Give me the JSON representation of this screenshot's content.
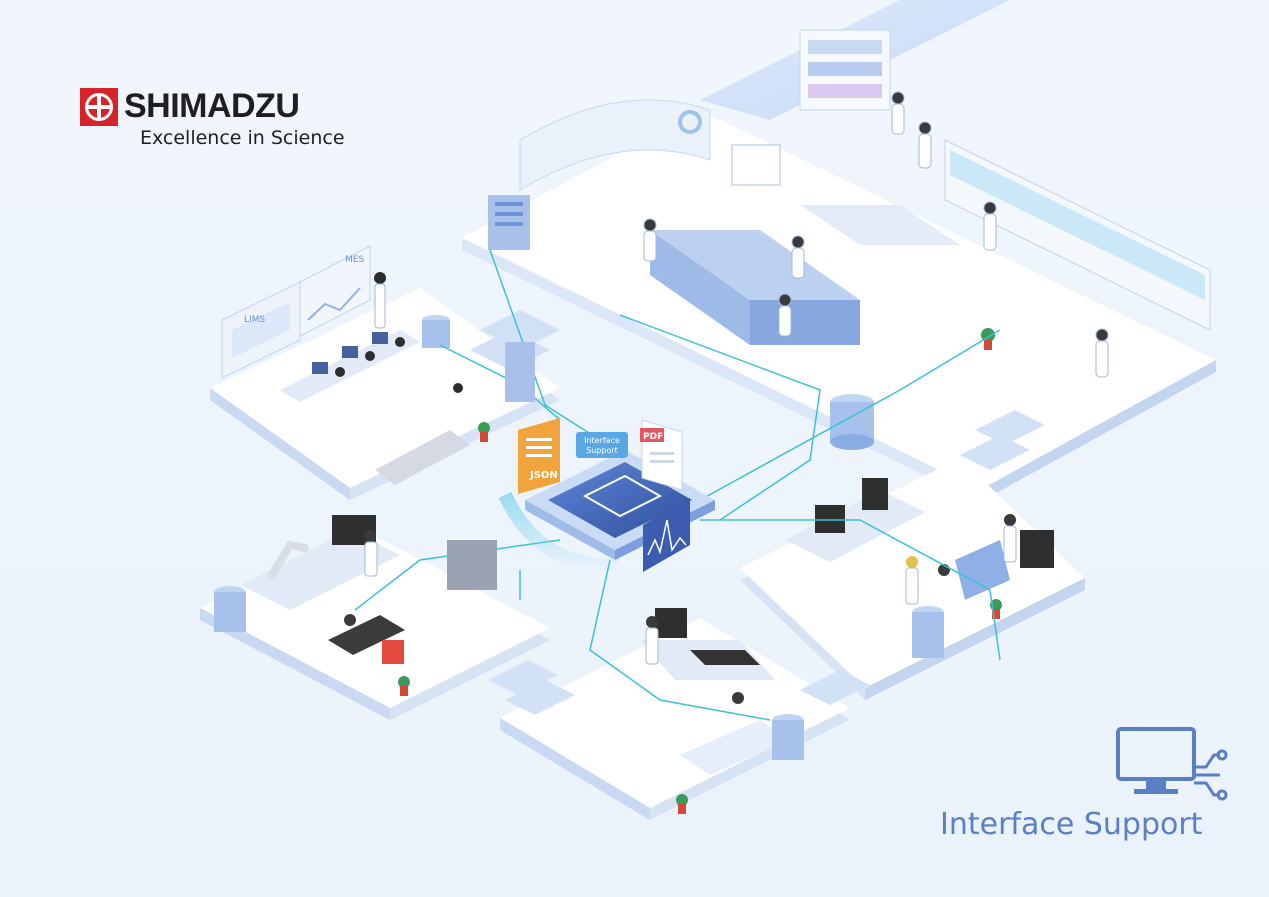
{
  "brand": {
    "name": "SHIMADZU",
    "tagline": "Excellence in Science",
    "colors": {
      "mark": "#d7242b",
      "text": "#1f1f1f"
    }
  },
  "feature": {
    "title": "Interface Support",
    "icon": "monitor-network-icon",
    "color": "#5a7fc4"
  },
  "hub": {
    "label_line1": "Interface",
    "label_line2": "Support",
    "json_tag": "JSON",
    "pdf_tag": "PDF"
  },
  "screens": {
    "lims": "LIMS",
    "mes": "MES"
  },
  "palette": {
    "floor": "#ffffff",
    "floor_side": "#d6e3f5",
    "accent": "#8ab0e8",
    "line": "#3cc0d6"
  }
}
